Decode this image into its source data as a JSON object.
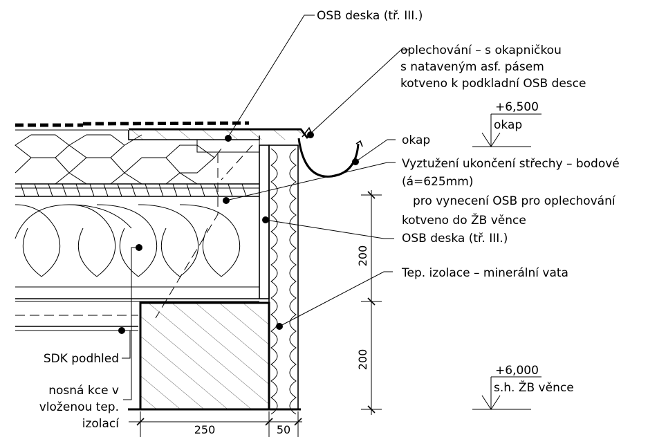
{
  "labels": {
    "osb_top": "OSB deska (tř. III.)",
    "flashing_1": "oplechování – s okapničkou",
    "flashing_2": "s nataveným asf. pásem",
    "flashing_3": "kotveno k podkladní OSB desce",
    "okap": "okap",
    "reinforce_1": "Vyztužení ukončení střechy – bodové",
    "reinforce_2": "(á=625mm)",
    "reinforce_3": "pro vynecení OSB pro oplechování",
    "reinforce_4": "kotveno do ŽB věnce",
    "osb_wall": "OSB deska (tř. III.)",
    "insulation": "Tep. izolace – minerální vata",
    "sdk": "SDK podhled",
    "beam_1": "nosná kce v",
    "beam_2": "vloženou tep.",
    "beam_3": "izolací"
  },
  "levels": {
    "top_value": "+6,500",
    "top_name": "okap",
    "bottom_value": "+6,000",
    "bottom_name": "s.h. ŽB věnce"
  },
  "dimensions": {
    "upper_height": "200",
    "lower_height": "200",
    "width_concrete": "250",
    "width_insulation": "50"
  }
}
